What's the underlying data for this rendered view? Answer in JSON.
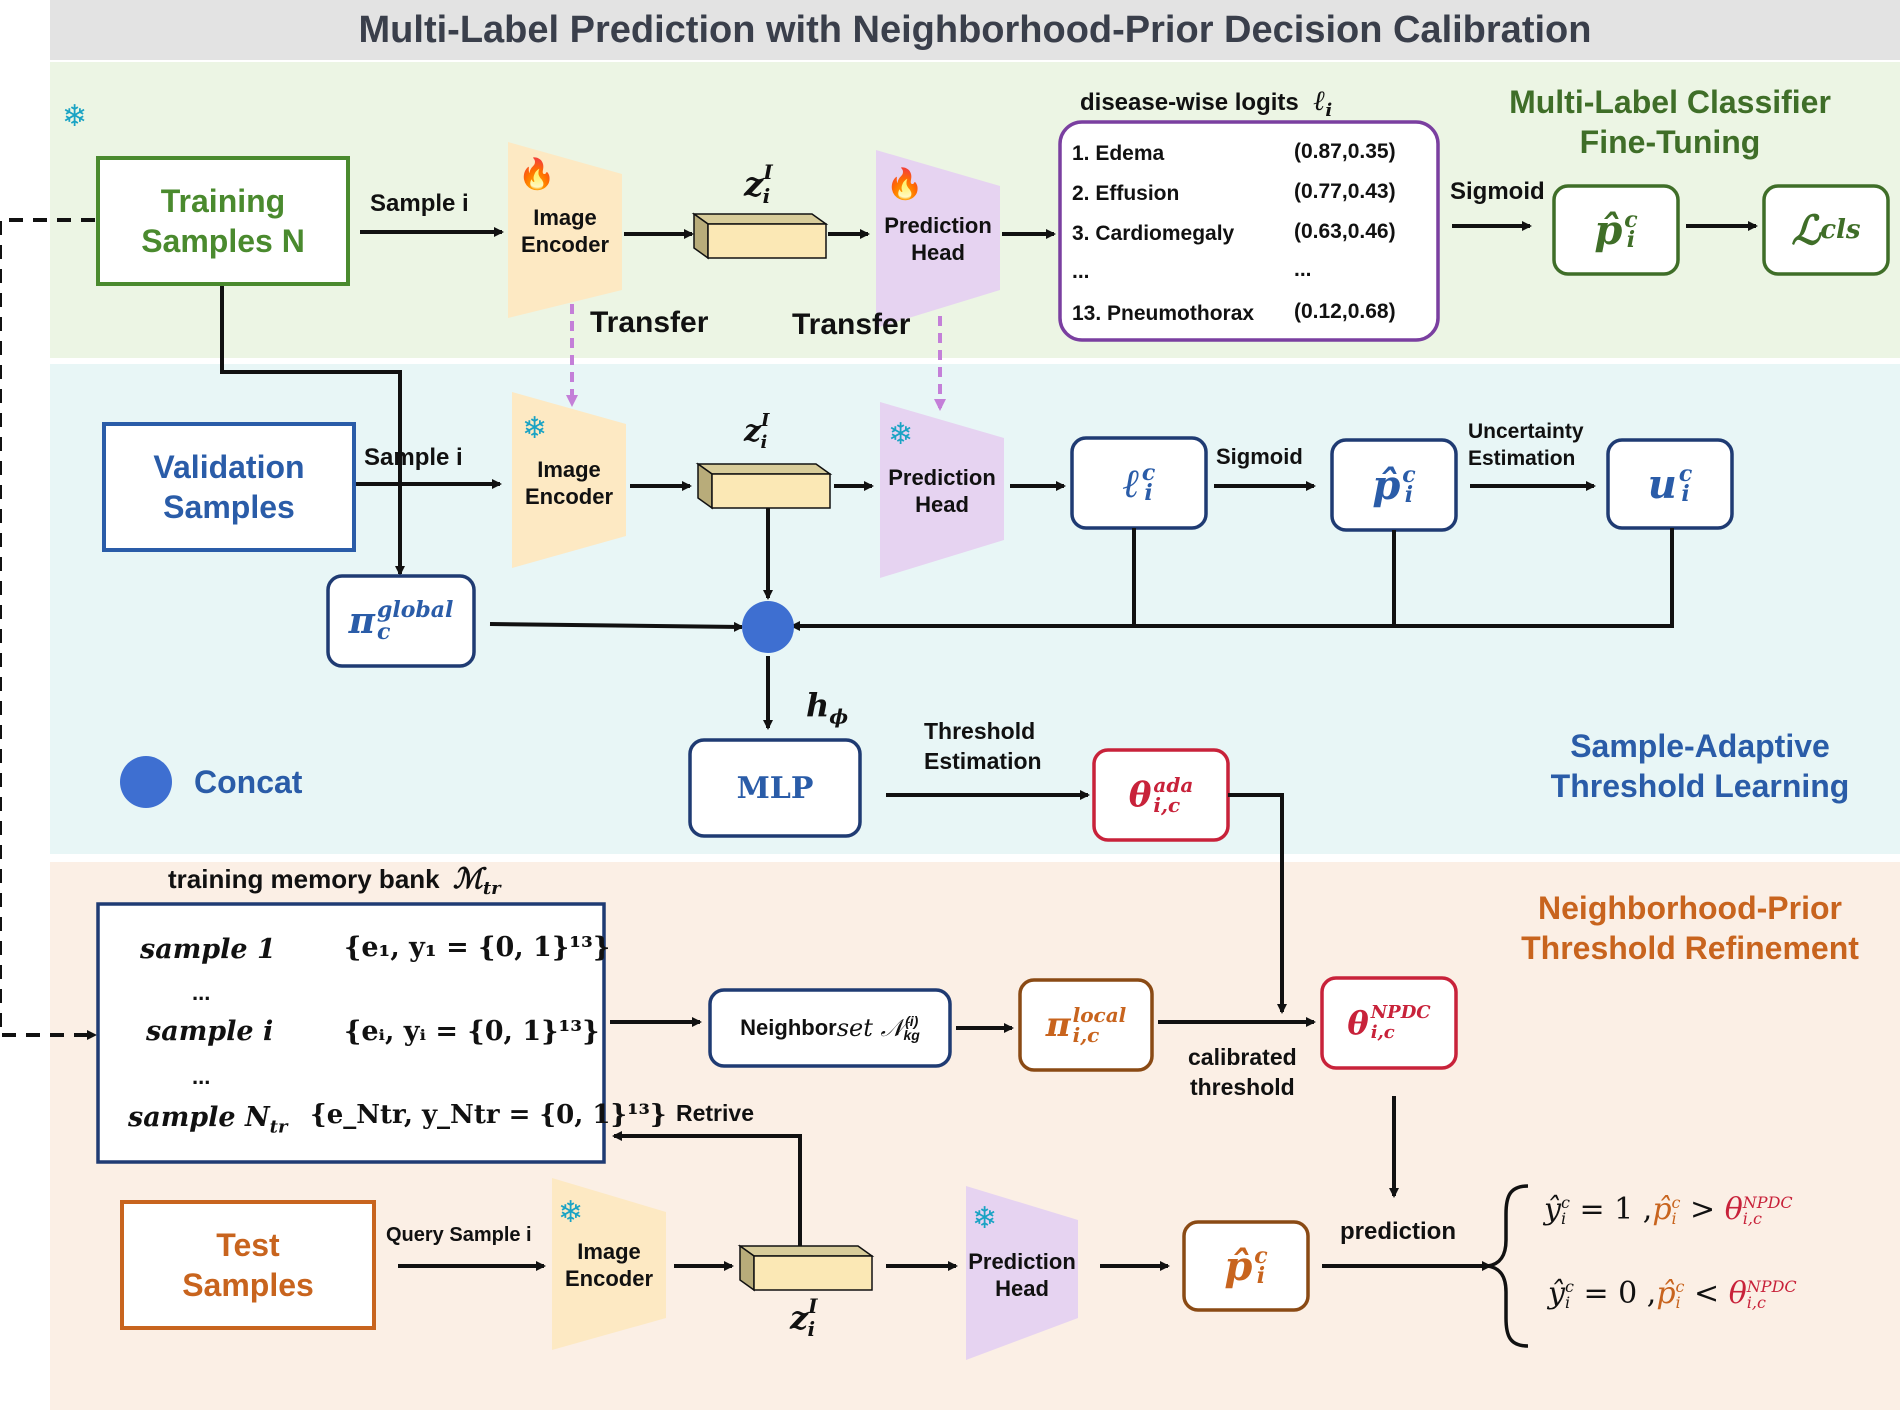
{
  "title": "Multi-Label Prediction with Neighborhood-Prior Decision Calibration",
  "sections": {
    "finetune": "Multi-Label Classifier\nFine-Tuning",
    "adaptive": "Sample-Adaptive\nThreshold Learning",
    "refine": "Neighborhood-Prior\nThreshold Refinement"
  },
  "colors": {
    "green": "#4a8a2e",
    "blue": "#2a5ca8",
    "navy": "#1f3b73",
    "red": "#c8223a",
    "orange": "#c8641e",
    "brown": "#8a4a14",
    "purple": "#7a3fa0",
    "bg_green": "#ecf5e4",
    "bg_blue": "#e8f6f6",
    "bg_orange": "#fbefe5",
    "encoder": "#fde9c3",
    "head": "#e6d3f1",
    "concat": "#3e6fd1"
  },
  "icons": {
    "frozen": "snowflake-icon",
    "trainable": "fire-icon"
  },
  "top": {
    "training_samples": "Training\nSamples N",
    "sample_i": "Sample i",
    "image_encoder": "Image\nEncoder",
    "feature": "z",
    "feature_sup": "I",
    "feature_sub": "i",
    "prediction_head": "Prediction\nHead",
    "logits_title": "disease-wise logits",
    "logits_symbol": "ℓ",
    "logits_symbol_sub": "i",
    "logits": [
      {
        "name": "1.  Edema",
        "value": "(0.87,0.35)"
      },
      {
        "name": "2.  Effusion",
        "value": "(0.77,0.43)"
      },
      {
        "name": "3.  Cardiomegaly",
        "value": "(0.63,0.46)"
      },
      {
        "name": "...",
        "value": "..."
      },
      {
        "name": "13.  Pneumothorax",
        "value": "(0.12,0.68)"
      }
    ],
    "sigmoid": "Sigmoid",
    "prob": "p̂",
    "prob_sup": "c",
    "prob_sub": "i",
    "loss": "ℒ",
    "loss_sub": "cls",
    "transfer": "Transfer"
  },
  "middle": {
    "validation_samples": "Validation\nSamples",
    "sample_i": "Sample i",
    "image_encoder": "Image\nEncoder",
    "prediction_head": "Prediction\nHead",
    "logit": "ℓ",
    "sigmoid": "Sigmoid",
    "uncertainty": "Uncertainty\nEstimation",
    "uncert": "u",
    "pi_global": "π",
    "pi_global_sup": "global",
    "pi_global_sub": "c",
    "h_phi": "h",
    "h_phi_sub": "ϕ",
    "mlp": "MLP",
    "threshold_estimation": "Threshold\nEstimation",
    "theta": "θ",
    "theta_ada_sup": "ada",
    "theta_sub": "i,c",
    "concat": "Concat"
  },
  "bottom": {
    "memory_title": "training memory bank",
    "memory_symbol": "ℳ",
    "memory_symbol_sub": "tr",
    "rows": [
      {
        "left": "sample 1",
        "right": "{e₁, y₁ = {0, 1}¹³}"
      },
      {
        "left": "...",
        "right": ""
      },
      {
        "left": "sample i",
        "right": "{eᵢ, yᵢ = {0, 1}¹³}"
      },
      {
        "left": "...",
        "right": ""
      },
      {
        "left": "sample N",
        "left_sub": "tr",
        "right": "{e_Ntr, y_Ntr = {0, 1}¹³}"
      }
    ],
    "neighbor_text": "Neighbor",
    "neighbor_math": "set 𝒩",
    "neighbor_sup": "(i)",
    "neighbor_sub": "kg",
    "pi_local_sup": "local",
    "calibrated": "calibrated\nthreshold",
    "theta_npdc_sup": "NPDC",
    "retrive": "Retrive",
    "test_samples": "Test\nSamples",
    "query": "Query Sample i",
    "image_encoder": "Image\nEncoder",
    "prediction_head": "Prediction\nHead",
    "prediction": "prediction",
    "out1": "ŷ",
    "out1_val": "= 1",
    "out2_val": "= 0",
    "gt": ">",
    "lt": "<"
  }
}
